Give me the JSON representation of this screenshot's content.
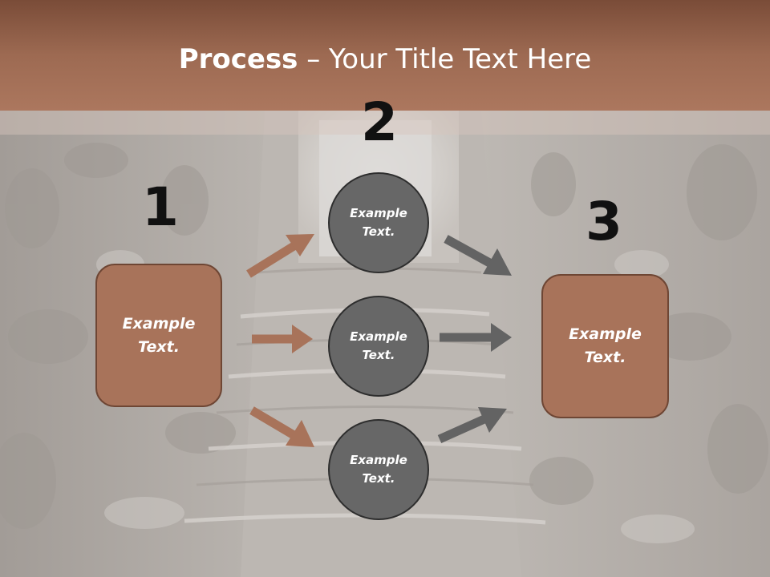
{
  "slide": {
    "title_bold": "Process",
    "title_rest": " – Your Title Text Here"
  },
  "steps": {
    "step1": {
      "number": "1",
      "text": "Example\nText."
    },
    "step2": {
      "number": "2",
      "items": [
        {
          "text": "Example\nText."
        },
        {
          "text": "Example\nText."
        },
        {
          "text": "Example\nText."
        }
      ]
    },
    "step3": {
      "number": "3",
      "text": "Example\nText."
    }
  },
  "colors": {
    "header": "#a8735a",
    "box_fill": "#a8735a",
    "box_border": "#6e4634",
    "circle_fill": "#676767",
    "circle_border": "#2e2e2e",
    "arrow_left": "#a8735a",
    "arrow_right": "#636363"
  }
}
